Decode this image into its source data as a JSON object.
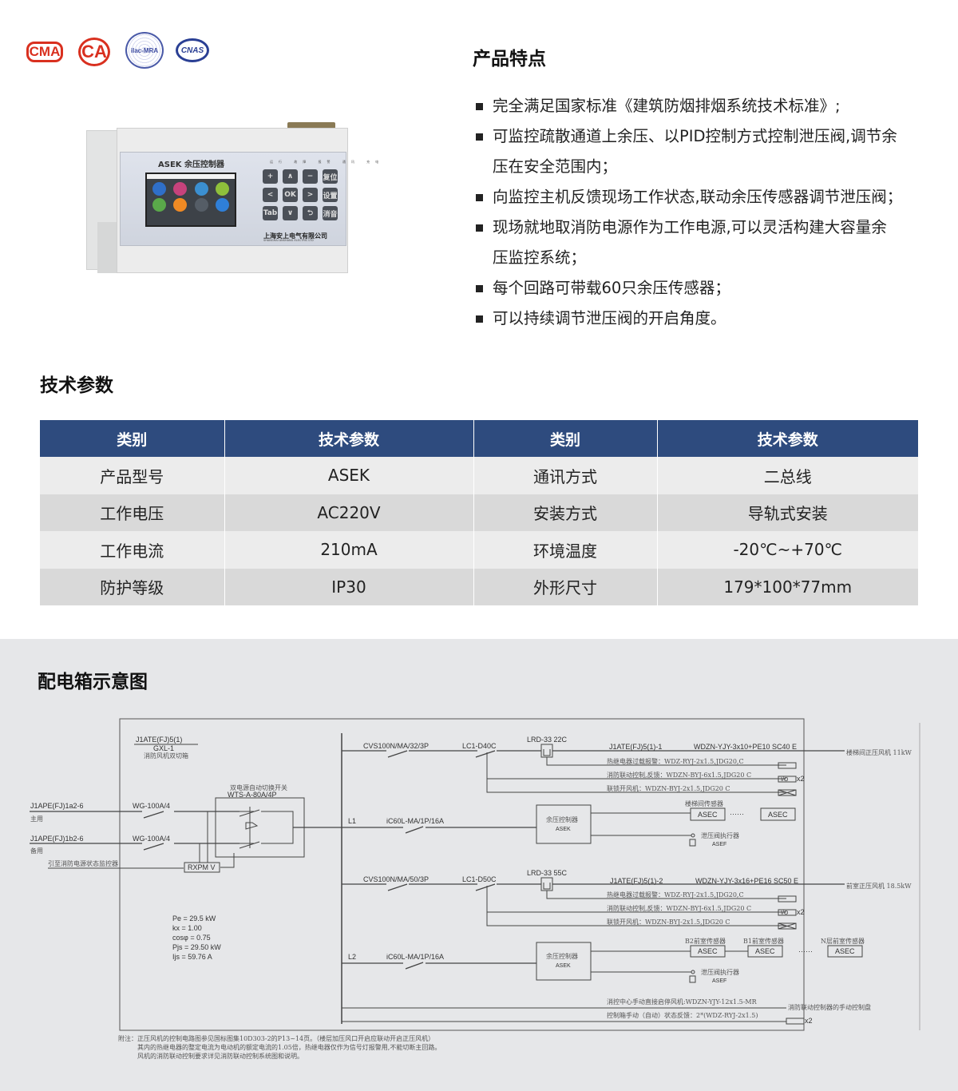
{
  "logos": [
    "CMA",
    "CA",
    "ilac-MRA",
    "CNAS"
  ],
  "device": {
    "title": "ASEK 余压控制器",
    "leds": "运行 故障 报警 通讯 充电",
    "keys": [
      "+",
      "∧",
      "−",
      "复位",
      "<",
      "OK",
      ">",
      "设置",
      "Tab",
      "∨",
      "⮌",
      "消音"
    ],
    "brand": "上海安上电气有限公司",
    "brand_en": "SHANGHAI ANSHANG ELECTRIC LTD",
    "icon_colors": [
      "#2f6fc9",
      "#c6427c",
      "#3b8fd0",
      "#8fbf3b",
      "#5aa84a",
      "#f08a24",
      "#555d66",
      "#2f7fd8"
    ]
  },
  "features": {
    "title": "产品特点",
    "items": [
      [
        "完全满足国家标准《建筑防烟排烟系统技术标准》;"
      ],
      [
        "可监控疏散通道上余压、以PID控制方式控制泄压阀,调节余",
        "压在安全范围内；"
      ],
      [
        "向监控主机反馈现场工作状态,联动余压传感器调节泄压阀；"
      ],
      [
        "现场就地取消防电源作为工作电源,可以灵活构建大容量余",
        "压监控系统；"
      ],
      [
        "每个回路可带载60只余压传感器；"
      ],
      [
        "可以持续调节泄压阀的开启角度。"
      ]
    ]
  },
  "tech": {
    "title": "技术参数",
    "headers": [
      "类别",
      "技术参数",
      "类别",
      "技术参数"
    ],
    "rows": [
      [
        "产品型号",
        "ASEK",
        "通讯方式",
        "二总线"
      ],
      [
        "工作电压",
        "AC220V",
        "安装方式",
        "导轨式安装"
      ],
      [
        "工作电流",
        "210mA",
        "环境温度",
        "-20℃~+70℃"
      ],
      [
        "防护等级",
        "IP30",
        "外形尺寸",
        "179*100*77mm"
      ]
    ]
  },
  "diagram": {
    "title": "配电箱示意图",
    "box_id": "J1ATE(FJ)5(1)",
    "box_type": "GXL-1",
    "box_name": "消防风机双切箱",
    "in1_id": "J1APE(FJ)1a2-6",
    "in1_role": "主用",
    "in2_id": "J1APE(FJ)1b2-6",
    "in2_role": "备用",
    "in_breaker": "WG-100A/4",
    "ats_name": "双电源自动切换开关",
    "ats_model": "WTS-A-80A/4P",
    "monitor": "RXPM V",
    "monitor_to": "引至消防电源状态监控器",
    "params": [
      "Pe = 29.5 kW",
      "kx = 1.00",
      "cosφ = 0.75",
      "Pjs = 29.50 kW",
      "Ijs = 59.76 A"
    ],
    "circuit1": {
      "breaker": "CVS100N/MA/32/3P",
      "contactor": "LC1-D40C",
      "relay": "LRD-33 22C",
      "feeder": "J1ATE(FJ)5(1)-1",
      "cable": "WDZN-YJY-3x10+PE10 SC40 E",
      "load": "楼梯间正压风机 11kW",
      "sub": [
        "热继电器过载报警：WDZ-RYJ-2x1.5,JDG20,C",
        "消防联动控制,反馈：WDZN-BYJ-6x1.5,JDG20 C",
        "联锁开风机：WDZN-BYJ-2x1.5,JDG20 C"
      ],
      "l_label": "L1",
      "l_breaker": "iC60L-MA/1P/16A",
      "controller": "余压控制器",
      "controller_model": "ASEK",
      "sensor_group": "楼梯间传感器",
      "sensor": "ASEC",
      "actuator": "泄压阀执行器",
      "actuator_model": "ASEF"
    },
    "circuit2": {
      "breaker": "CVS100N/MA/50/3P",
      "contactor": "LC1-D50C",
      "relay": "LRD-33 55C",
      "feeder": "J1ATE(FJ)5(1)-2",
      "cable": "WDZN-YJY-3x16+PE16 SC50 E",
      "load": "前室正压风机 18.5kW",
      "sub": [
        "热继电器过载报警：WDZ-RYJ-2x1.5,JDG20,C",
        "消防联动控制,反馈：WDZN-BYJ-6x1.5,JDG20 C",
        "联锁开风机：WDZN-BYJ-2x1.5,JDG20 C"
      ],
      "l_label": "L2",
      "l_breaker": "iC60L-MA/1P/16A",
      "controller": "余压控制器",
      "controller_model": "ASEK",
      "sensor_labels": [
        "B2前室传感器",
        "B1前室传感器",
        "N层前室传感器"
      ],
      "sensor": "ASEC",
      "actuator": "泄压阀执行器",
      "actuator_model": "ASEF"
    },
    "io_label": "I/O",
    "x2": "x2",
    "dots": "······",
    "manual": "消控中心手动直接启停风机:WDZN-YJY-12x1.5-MR",
    "manual_to": "消防联动控制器的手动控制盘",
    "feedback": "控制箱手动（自动）状态反馈：2*(WDZ-RYJ-2x1.5)",
    "notes": [
      "附注：正压风机的控制电路图参见国标图集10D303-2的P13~14页。（楼层加压风口开启应联动开启正压风机）",
      "其内的热继电器的整定电流为电动机的额定电流的1.05倍，热继电器仅作为信号灯报警用,不能切断主回路。",
      "风机的消防联动控制要求详见消防联动控制系统图和说明。"
    ]
  }
}
